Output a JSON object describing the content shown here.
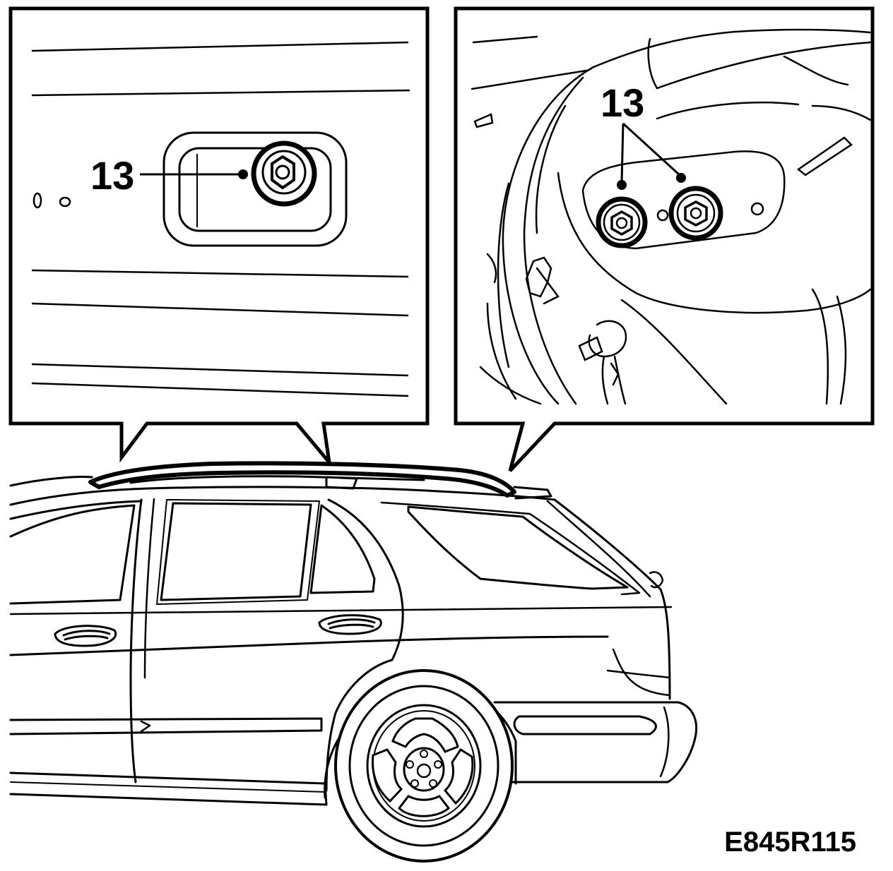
{
  "colors": {
    "ink": "#000000",
    "paper": "#ffffff"
  },
  "callouts": {
    "left_part_number": "13",
    "right_part_number": "13"
  },
  "figure_code": "E845R115"
}
